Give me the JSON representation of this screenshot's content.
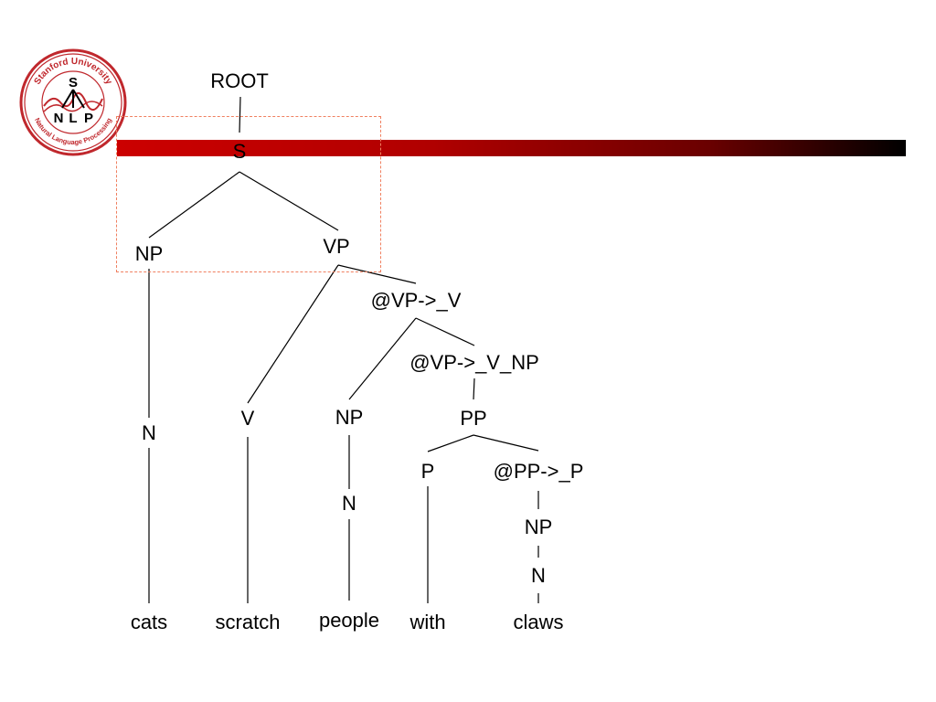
{
  "logo": {
    "university": "Stanford University",
    "department": "Natural Language Processing",
    "letters": [
      "S",
      "N",
      "L",
      "P"
    ]
  },
  "colors": {
    "title_bar_start": "#cc0000",
    "title_bar_end": "#000000",
    "logo_red": "#c0282d",
    "highlight_box": "#f08060",
    "tree_line": "#000000"
  },
  "tree": {
    "nodes": {
      "root": "ROOT",
      "s": "S",
      "np_subject": "NP",
      "vp": "VP",
      "vp_v": "@VP->_V",
      "vp_v_np": "@VP->_V_NP",
      "n_subject": "N",
      "v": "V",
      "np_object": "NP",
      "pp": "PP",
      "n_object": "N",
      "p": "P",
      "pp_p": "@PP->_P",
      "np_pp": "NP",
      "n_pp": "N"
    },
    "words": {
      "cats": "cats",
      "scratch": "scratch",
      "people": "people",
      "with": "with",
      "claws": "claws"
    }
  }
}
